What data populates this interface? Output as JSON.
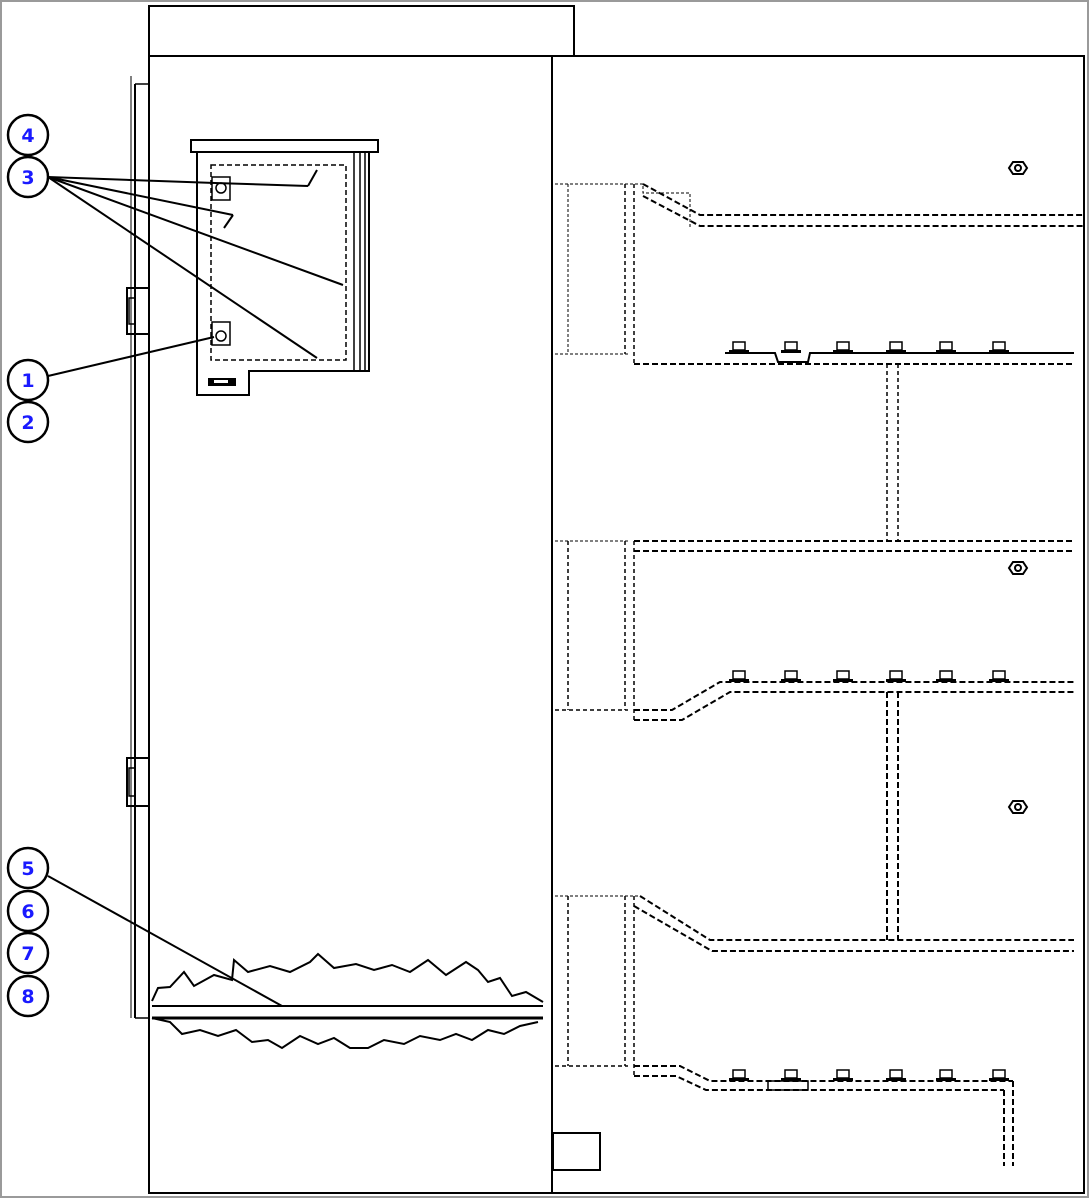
{
  "callouts": {
    "c1": "1",
    "c2": "2",
    "c3": "3",
    "c4": "4",
    "c5": "5",
    "c6": "6",
    "c7": "7",
    "c8": "8"
  },
  "colors": {
    "line": "#000000",
    "callout_text": "#1a1aff",
    "background": "#ffffff",
    "frame": "#9a9a9a"
  }
}
